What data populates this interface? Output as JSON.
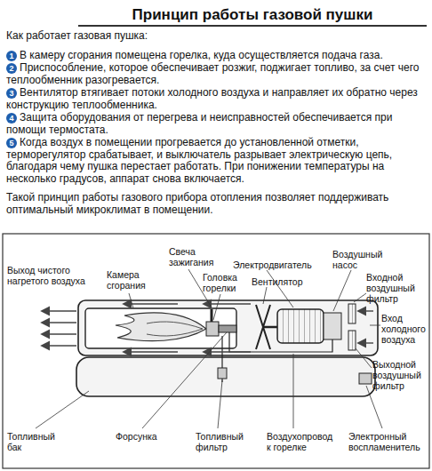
{
  "diagram": {
    "title": "Принцип работы газовой пушки",
    "labels": [
      "Как работает газовая пушка:",
      "1",
      "В камеру сгорания помещена горелка, куда осуществляется подача газа.",
      "2",
      "Приспособление, которое обеспечивает розжиг, поджигает топливо, за счет чего теплообменник разогревается.",
      "3",
      "Вентилятор втягивает потоки холодного воздуха и направляет их обратно через конструкцию теплообменника.",
      "4",
      "Защита оборудования от перегрева и неисправностей обеспечивается при помощи термостата.",
      "5",
      "Когда воздух в помещении прогревается до установленной отметки, терморегулятор срабатывает, и выключатель разрывает электрическую цепь, благодаря чему пушка перестает работать. При понижении температуры на несколько градусов, аппарат снова включается.",
      "Такой принцип работы газового прибора отопления позволяет поддерживать оптимальный микроклимат в помещении.",
      "Свеча зажигания",
      "Камера сгорания",
      "Электродвигатель",
      "Воздушный насос",
      "Выход чистого нагретого воздуха",
      "Головка горелки",
      "Вентилятор",
      "Входной воздушный фильтр",
      "Вход холодного воздуха",
      "Выходной воздушный фильтр",
      "Топливный бак",
      "Форсунка",
      "Топливный фильтр",
      "Воздухопровод к горелке",
      "Электронный воспламенитель"
    ]
  }
}
